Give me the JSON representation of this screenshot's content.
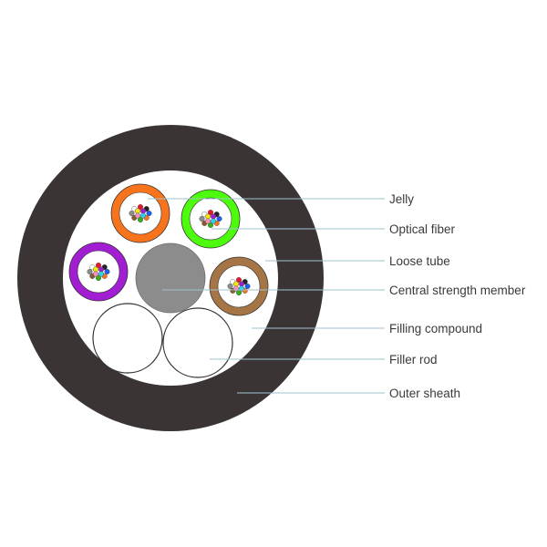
{
  "colors": {
    "outer_sheath": "#3a3534",
    "background": "#ffffff",
    "central_strength_member": "#8c8c8c",
    "leader_line": "#9fc3cf",
    "label_text": "#3a3a3a"
  },
  "tubes": [
    {
      "name": "orange-loose-tube",
      "color": "#f7741d"
    },
    {
      "name": "green-loose-tube",
      "color": "#4dfc0c"
    },
    {
      "name": "violet-loose-tube",
      "color": "#a11ed3"
    },
    {
      "name": "brown-loose-tube",
      "color": "#a67545"
    }
  ],
  "fiber_colors": [
    "#1e5ef0",
    "#f7741d",
    "#35b11d",
    "#8a5a2b",
    "#8c8c8c",
    "#ffffff",
    "#e8182b",
    "#222222",
    "#f5e60c",
    "#a11ed3",
    "#f58fbc",
    "#2bd2e8"
  ],
  "labels": {
    "jelly": "Jelly",
    "optical_fiber": "Optical fiber",
    "loose_tube": "Loose tube",
    "central_strength_member": "Central strength member",
    "filling_compound": "Filling compound",
    "filler_rod": "Filler rod",
    "outer_sheath": "Outer sheath"
  }
}
